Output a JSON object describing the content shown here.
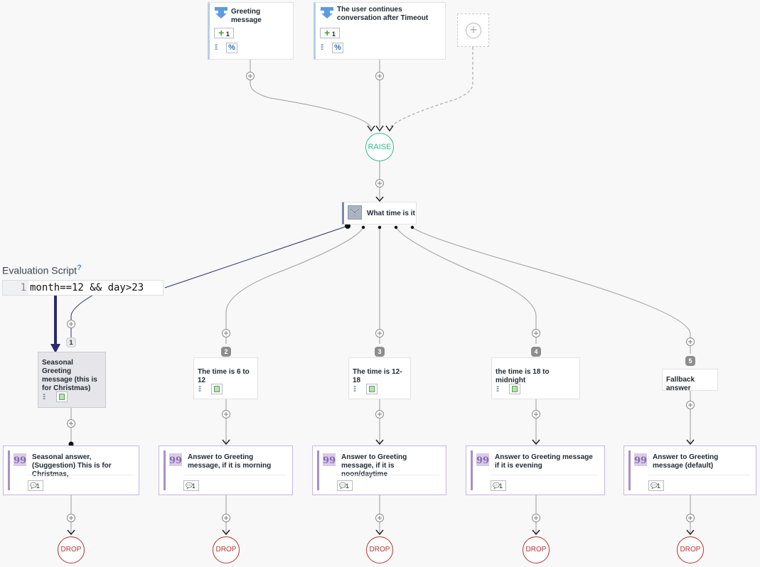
{
  "triggers": [
    {
      "title": "Greeting message",
      "count": "1"
    },
    {
      "title": "The user continues conversation after Timeout",
      "count": "1"
    }
  ],
  "add_slot_icon": "plus-circle-icon",
  "raise_label": "RAISE",
  "branch": {
    "title": "What time is it",
    "icon": "switch-icon"
  },
  "eval_script": {
    "label": "Evaluation Script",
    "help": "?",
    "line_number": "1",
    "code": "month==12 && day>23"
  },
  "conditions": [
    {
      "badge": "1",
      "title": "Seasonal Greeting message (this is for Christmas)"
    },
    {
      "badge": "2",
      "title": "The time is 6 to 12"
    },
    {
      "badge": "3",
      "title": "The time is 12-18"
    },
    {
      "badge": "4",
      "title": "the time is 18 to midnight"
    },
    {
      "badge": "5",
      "title": "Fallback answer"
    }
  ],
  "answers": [
    {
      "title": "Seasonal answer, (Suggestion) This is for Christmas,",
      "count": "1"
    },
    {
      "title": "Answer to Greeting message, if it is morning",
      "count": "1"
    },
    {
      "title": "Answer to Greeting message, if it is noon/daytime",
      "count": "1"
    },
    {
      "title": "Answer to Greeting message if it is evening",
      "count": "1"
    },
    {
      "title": "Answer to Greeting message (default)",
      "count": "1"
    }
  ],
  "drop_label": "DROP",
  "colors": {
    "raise": "#2bbd8d",
    "drop": "#b9312f",
    "accent_answer": "#a88fc9",
    "arrow": "#2a2a6e"
  }
}
